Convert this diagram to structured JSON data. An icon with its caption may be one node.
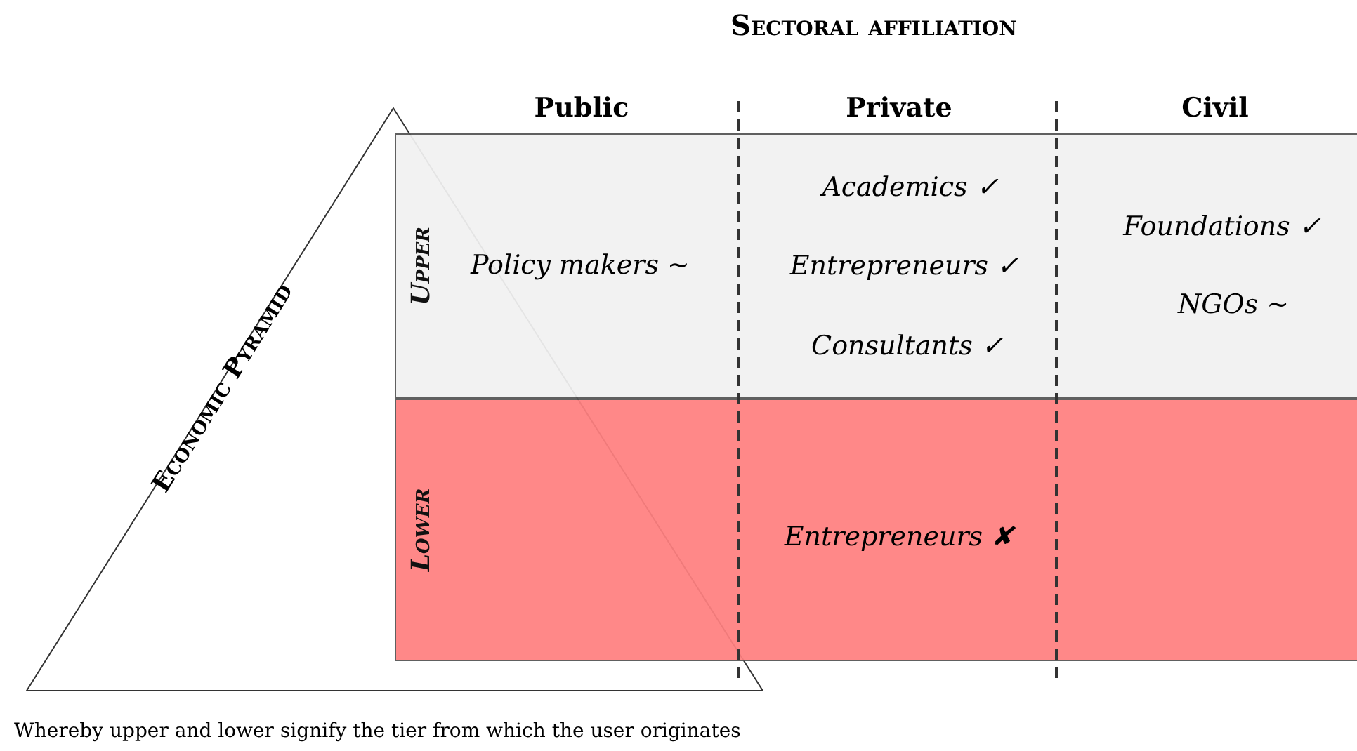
{
  "diagram": {
    "title": "Sectoral affiliation",
    "caption": "Whereby upper and lower signify the tier from which the user originates",
    "nodes": [
      {
        "text": [
          "Economic Pyramid"
        ]
      },
      {
        "text": [
          "Upper"
        ]
      },
      {
        "text": [
          "Lower"
        ]
      }
    ],
    "edges": [],
    "labels": [
      "Public",
      "Private",
      "Civil",
      "Academics ✓",
      "Foundations ✓",
      "Policy makers ~",
      "Entrepreneurs ✓",
      "NGOs ~",
      "Consultants ✓",
      "Entrepreneurs ✘"
    ]
  }
}
